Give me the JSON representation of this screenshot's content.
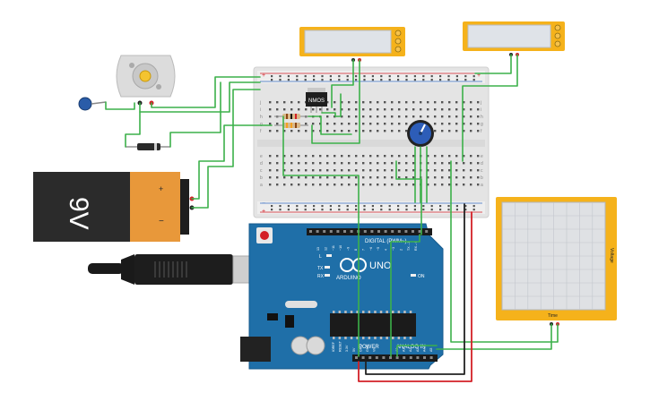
{
  "components": {
    "battery": {
      "label": "9V",
      "plus": "+",
      "minus": "−"
    },
    "transistor": {
      "label": "NMOS"
    },
    "arduino": {
      "brand": "ARDUINO",
      "model": "UNO",
      "digital_label": "DIGITAL (PWM~)",
      "power_label": "POWER",
      "analog_label": "ANALOG IN",
      "tx_label": "TX",
      "rx_label": "RX",
      "l_label": "L",
      "on_label": "ON",
      "aref_label": "AREF",
      "gnd_label": "GND",
      "pins_top": [
        "13",
        "12",
        "~11",
        "~10",
        "~9",
        "8",
        "7",
        "~6",
        "~5",
        "4",
        "~3",
        "2",
        "TX→1",
        "RX←0"
      ],
      "pins_power": [
        "IOREF",
        "RESET",
        "3.3V",
        "5V",
        "GND",
        "GND",
        "Vin"
      ],
      "pins_analog": [
        "A0",
        "A1",
        "A2",
        "A3",
        "A4",
        "A5"
      ]
    },
    "oscilloscope": {
      "time_label": "Time",
      "voltage_label": "Voltage"
    },
    "breadboard": {
      "rows_left": [
        "j",
        "i",
        "h",
        "g",
        "f",
        "e",
        "d",
        "c",
        "b",
        "a"
      ],
      "rows_right": [
        "j",
        "i",
        "h",
        "g",
        "f",
        "e",
        "d",
        "c",
        "b",
        "a"
      ],
      "plus": "+",
      "minus": "−"
    }
  },
  "colors": {
    "wire_green": "#3cb14a",
    "wire_red": "#d32027",
    "wire_black": "#222222",
    "arduino_blue": "#1f6fa8",
    "meter_yellow": "#f5b21b",
    "breadboard": "#e9e9e9",
    "battery_orange": "#e8983a"
  }
}
